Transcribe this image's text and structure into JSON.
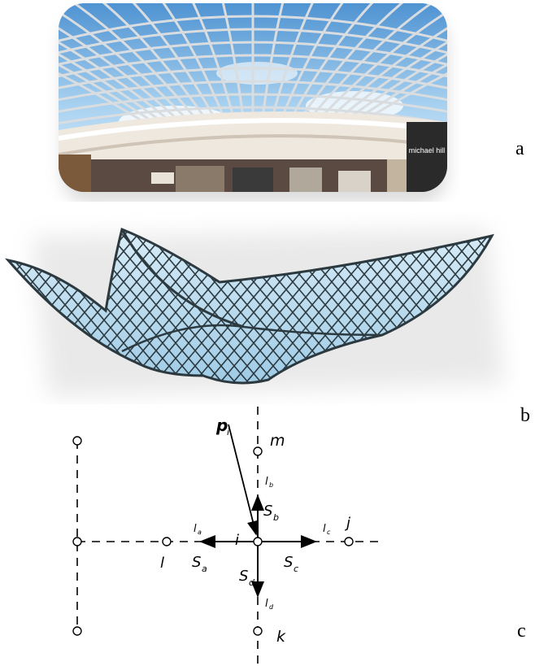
{
  "panels": {
    "a": {
      "label": "a"
    },
    "b": {
      "label": "b"
    },
    "c": {
      "label": "c"
    }
  },
  "photo": {
    "store_sign_left": "",
    "store_sign_right": "michael hill"
  },
  "diagram": {
    "nodes": {
      "i": "i",
      "j": "j",
      "k": "k",
      "l": "l",
      "m": "m"
    },
    "load": "p",
    "load_sub": "i",
    "forces": {
      "a": "S",
      "a_sub": "a",
      "b": "S",
      "b_sub": "b",
      "c": "S",
      "c_sub": "c",
      "d": "S",
      "d_sub": "d"
    },
    "unit_vectors": {
      "a": "l",
      "a_sub": "a",
      "b": "l",
      "b_sub": "b",
      "c": "l",
      "c_sub": "c",
      "d": "l",
      "d_sub": "d"
    }
  },
  "colors": {
    "sky": "#8cc4ea",
    "glass_frame": "#d9dde0",
    "mall_floor": "#5a4a42",
    "net_fill": "#b9dcef",
    "net_line": "#2c3a40",
    "diagram_line": "#000000"
  }
}
